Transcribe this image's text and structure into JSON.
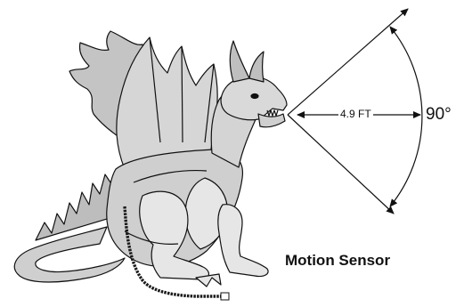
{
  "diagram": {
    "distance": "4.9 FT",
    "angle": "90°",
    "sensor_label": "Motion Sensor"
  },
  "colors": {
    "line": "#111111",
    "body_fill": "#cfcfcf",
    "light_fill": "#e6e6e6",
    "cable": "#1a1a1a"
  },
  "icons": {
    "figure": "dragon-figure-icon"
  }
}
